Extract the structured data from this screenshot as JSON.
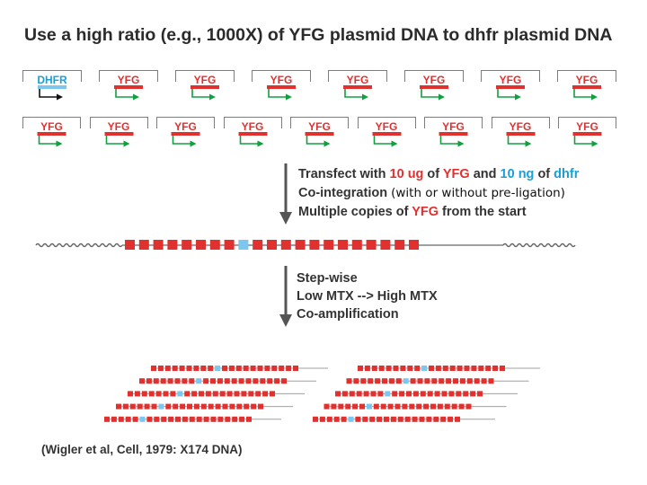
{
  "title": "Use a high ratio (e.g., 1000X) of YFG plasmid DNA to dhfr plasmid DNA",
  "colors": {
    "red": "#e0312f",
    "blue": "#7cc6ef",
    "green": "#10a040",
    "black": "#111111",
    "line": "#a0a0a0",
    "arrow": "#555555"
  },
  "plasmids": {
    "row1": [
      "DHFR",
      "YFG",
      "YFG",
      "YFG",
      "YFG",
      "YFG",
      "YFG",
      "YFG"
    ],
    "row2": [
      "YFG",
      "YFG",
      "YFG",
      "YFG",
      "YFG",
      "YFG",
      "YFG",
      "YFG",
      "YFG"
    ]
  },
  "step1": {
    "line1_a": "Transfect with ",
    "line1_b": "10 ug",
    "line1_c": " of ",
    "line1_d": "YFG",
    "line1_e": " and ",
    "line1_f": "10 ng",
    "line1_g": " of ",
    "line1_h": "dhfr",
    "line2": "Co-integration",
    "line2_note": "(with or without pre-ligation)",
    "line3_a": "Multiple copies of ",
    "line3_b": "YFG",
    "line3_c": " from the start"
  },
  "step2": {
    "line1": "Step-wise",
    "line2": "Low MTX --> High MTX",
    "line3": "Co-amplification"
  },
  "citation": "(Wigler et al, Cell, 1979: X174 DNA)"
}
